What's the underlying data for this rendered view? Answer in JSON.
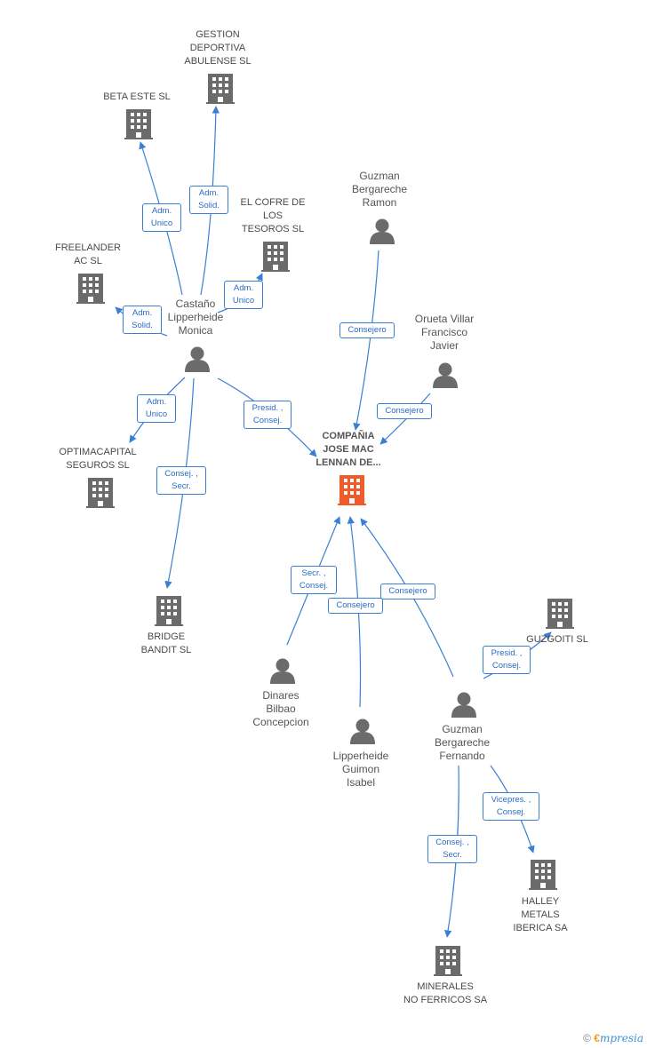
{
  "colors": {
    "edge": "#3a7fd5",
    "company": "#6b6b6b",
    "main_company": "#f05a2a",
    "person": "#6b6b6b"
  },
  "nodes": {
    "main": {
      "label": "COMPAÑIA\nJOSE MAC\nLENNAN DE...",
      "icon": "building-icon"
    },
    "gestion": {
      "label": "GESTION\nDEPORTIVA\nABULENSE SL",
      "icon": "building-icon"
    },
    "beta": {
      "label": "BETA ESTE SL",
      "icon": "building-icon"
    },
    "cofre": {
      "label": "EL COFRE DE\nLOS\nTESOROS SL",
      "icon": "building-icon"
    },
    "freelander": {
      "label": "FREELANDER\nAC SL",
      "icon": "building-icon"
    },
    "optima": {
      "label": "OPTIMACAPITAL\nSEGUROS SL",
      "icon": "building-icon"
    },
    "bridge": {
      "label": "BRIDGE\nBANDIT SL",
      "icon": "building-icon"
    },
    "guzgoiti": {
      "label": "GUZGOITI SL",
      "icon": "building-icon"
    },
    "halley": {
      "label": "HALLEY\nMETALS\nIBERICA SA",
      "icon": "building-icon"
    },
    "minerales": {
      "label": "MINERALES\nNO FERRICOS SA",
      "icon": "building-icon"
    },
    "castano": {
      "label": "Castaño\nLipperheide\nMonica",
      "icon": "person-icon"
    },
    "guzman_ramon": {
      "label": "Guzman\nBergareche\nRamon",
      "icon": "person-icon"
    },
    "orueta": {
      "label": "Orueta Villar\nFrancisco\nJavier",
      "icon": "person-icon"
    },
    "dinares": {
      "label": "Dinares\nBilbao\nConcepcion",
      "icon": "person-icon"
    },
    "lipperheide": {
      "label": "Lipperheide\nGuimon\nIsabel",
      "icon": "person-icon"
    },
    "guzman_fernando": {
      "label": "Guzman\nBergareche\nFernando",
      "icon": "person-icon"
    }
  },
  "edges": {
    "castano_beta": "Adm.\nUnico",
    "castano_gestion": "Adm.\nSolid.",
    "castano_cofre": "Adm.\nUnico",
    "castano_freelander": "Adm.\nSolid.",
    "castano_optima": "Adm.\nUnico",
    "castano_main": "Presid. ,\nConsej.",
    "castano_bridge": "Consej. ,\nSecr.",
    "ramon_main": "Consejero",
    "orueta_main": "Consejero",
    "dinares_main": "Secr. ,\nConsej.",
    "lipperheide_main": "Consejero",
    "fernando_main": "Consejero",
    "fernando_guzgoiti": "Presid. ,\nConsej.",
    "fernando_halley": "Vicepres. ,\nConsej.",
    "fernando_minerales": "Consej. ,\nSecr."
  },
  "footer": {
    "copyright": "©",
    "brand_e": "€",
    "brand": "mpresia"
  }
}
